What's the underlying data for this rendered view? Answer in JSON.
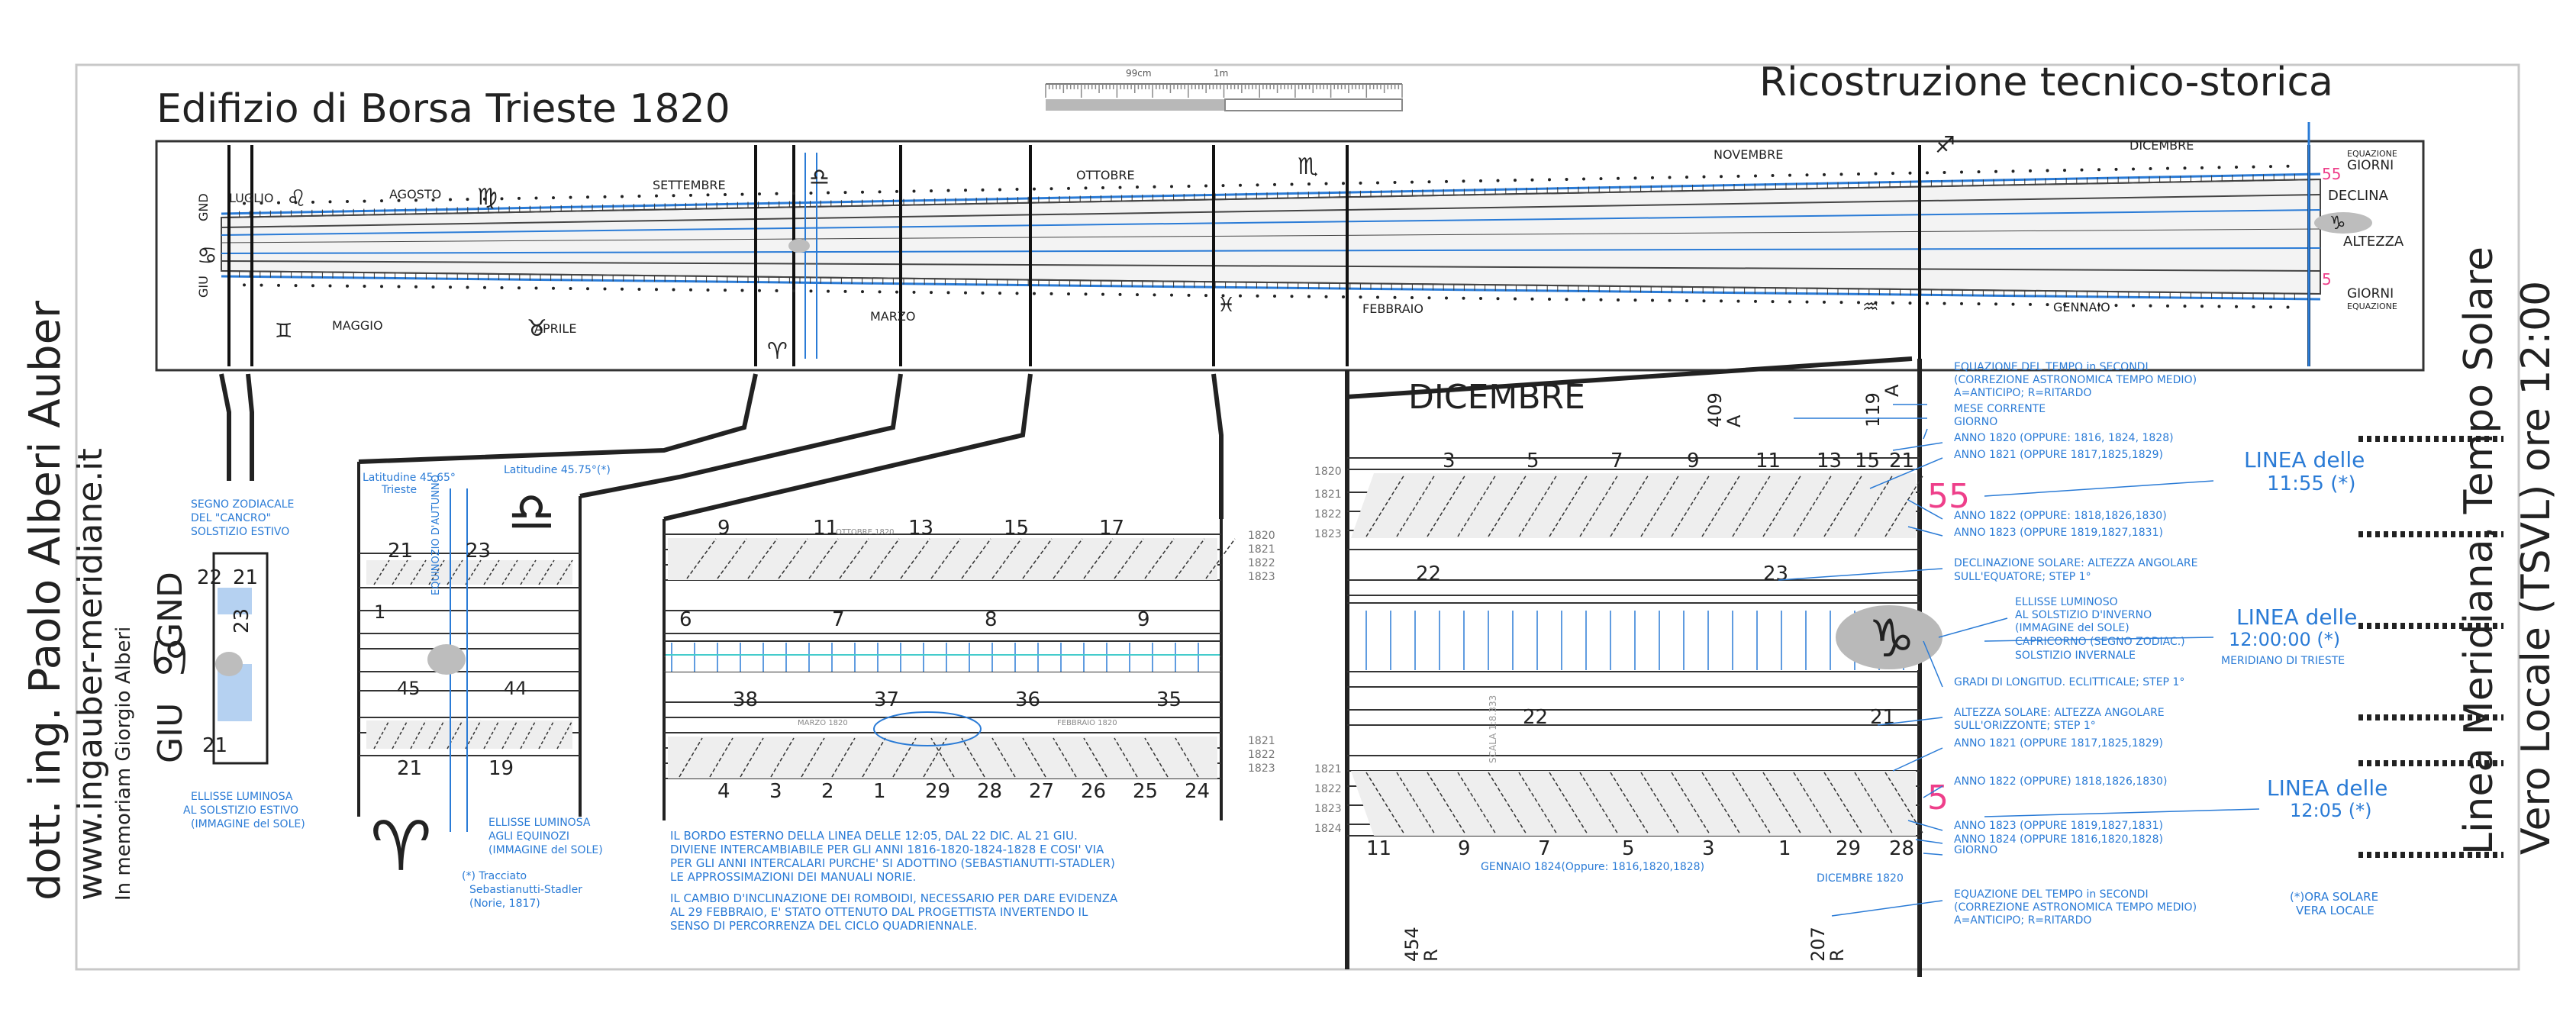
{
  "header": {
    "title_left": "Edifizio di Borsa Trieste 1820",
    "title_right": "Ricostruzione tecnico-storica",
    "scale_label_a": "99cm",
    "scale_label_b": "1m"
  },
  "left_credit": {
    "line1": "dott. ing. Paolo Alberi Auber",
    "line2": "www.ingauber-meridiane.it",
    "line3": "In memoriam Giorgio Alberi"
  },
  "right_side": {
    "line1": "Linea Meridiana, Tempo Solare",
    "line2": "Vero Locale (TSVL) ore 12:00"
  },
  "strip": {
    "months_top": [
      "LUGLIO",
      "AGOSTO",
      "SETTEMBRE",
      "OTTOBRE",
      "NOVEMBRE",
      "DICEMBRE"
    ],
    "months_bottom": [
      "MAGGIO",
      "APRILE",
      "MARZO",
      "FEBBRAIO",
      "GENNAIO"
    ],
    "right_labels": [
      "EQUAZIONE",
      "GIORNI",
      "DECLINA",
      "ALTEZZA",
      "GIORNI",
      "EQUAZIONE"
    ],
    "left_labels": [
      "GIU",
      "GND"
    ],
    "accent": "#2a7bd6",
    "pink": "#ee3f8a"
  },
  "panel_cancer": {
    "note_title": [
      "SEGNO ZODIACALE",
      "DEL \"CANCRO\"",
      "SOLSTIZIO ESTIVO"
    ],
    "numbers": [
      "22",
      "21",
      "23",
      "21"
    ],
    "side_text": [
      "GIU",
      "GND"
    ],
    "ellipse_note": [
      "ELLISSE LUMINOSA",
      "AL SOLSTIZIO ESTIVO",
      "(IMMAGINE del SOLE)"
    ]
  },
  "panel_equinox": {
    "lat_a": "Latitudine 45.65°",
    "lat_a2": "Trieste",
    "lat_b": "Latitudine 45.75°(*)",
    "vertical_label": "EQUINOZIO D'AUTUNNO",
    "numbers": [
      "21",
      "23",
      "1",
      "45",
      "44",
      "21",
      "19"
    ],
    "ellipse_note": [
      "ELLISSE LUMINOSA",
      "AGLI EQUINOZI",
      "(IMMAGINE del SOLE)"
    ],
    "footnote": [
      "(*) Tracciato",
      "Sebastianutti-Stadler",
      "(Norie, 1817)"
    ]
  },
  "panel_march": {
    "top_numbers": [
      "9",
      "11",
      "13",
      "15",
      "17"
    ],
    "mid_numbers": [
      "6",
      "7",
      "8",
      "9"
    ],
    "lower_numbers": [
      "38",
      "37",
      "36",
      "35"
    ],
    "bottom_numbers": [
      "4",
      "3",
      "2",
      "1",
      "29",
      "28",
      "27",
      "26",
      "25",
      "24"
    ],
    "year_labels": [
      "1820",
      "1821",
      "1822",
      "1823"
    ],
    "small_labels": [
      "OTTOBRE 1820",
      "MARZO 1820",
      "FEBBRAIO 1820"
    ],
    "note1": [
      "IL BORDO ESTERNO DELLA LINEA DELLE 12:05, DAL 22 DIC. AL 21 GIU.",
      "DIVIENE INTERCAMBIABILE PER GLI ANNI 1816-1820-1824-1828 E COSI' VIA",
      "PER GLI ANNI INTERCALARI PURCHE' SI ADOTTINO (SEBASTIANUTTI-STADLER)",
      "LE APPROSSIMAZIONI DEI MANUALI NORIE."
    ],
    "note2": [
      "IL CAMBIO D'INCLINAZIONE DEI ROMBOIDI, NECESSARIO PER DARE EVIDENZA",
      "AL 29 FEBBRAIO, E' STATO OTTENUTO DAL PROGETTISTA INVERTENDO IL",
      "SENSO DI PERCORRENZA DEL CICLO QUADRIENNALE."
    ]
  },
  "panel_december": {
    "month": "DICEMBRE",
    "code_a": "409",
    "code_a_letter": "A",
    "code_b": "119",
    "code_b_letter": "A",
    "top_numbers": [
      "3",
      "5",
      "7",
      "9",
      "11",
      "13",
      "15",
      "21"
    ],
    "pink_top": "55",
    "mid_numbers": [
      "22",
      "23"
    ],
    "lower_numbers": [
      "22",
      "21"
    ],
    "scale_label": "SCALA 1:8.333",
    "bottom_numbers": [
      "11",
      "9",
      "7",
      "5",
      "3",
      "1",
      "29",
      "28"
    ],
    "year_labels_top": [
      "1820",
      "1821",
      "1822",
      "1823"
    ],
    "year_labels_bottom": [
      "1821",
      "1822",
      "1823",
      "1824"
    ],
    "pink_bottom": "5",
    "code_c": "454",
    "code_c_letter": "R",
    "code_d": "207",
    "code_d_letter": "R",
    "gennaio_label": "GENNAIO 1824(Oppure: 1816,1820,1828)",
    "dicembre_label": "DICEMBRE 1820",
    "annotations": [
      "EQUAZIONE DEL TEMPO in SECONDI",
      "(CORREZIONE ASTRONOMICA TEMPO MEDIO)",
      "A=ANTICIPO; R=RITARDO",
      "MESE CORRENTE",
      "GIORNO",
      "ANNO 1820 (OPPURE: 1816, 1824, 1828)",
      "ANNO 1821 (OPPURE 1817,1825,1829)",
      "ANNO 1822 (OPPURE: 1818,1826,1830)",
      "ANNO 1823 (OPPURE 1819,1827,1831)",
      "DECLINAZIONE SOLARE: ALTEZZA ANGOLARE",
      "SULL'EQUATORE; STEP 1°",
      "ELLISSE LUMINOSO",
      "AL SOLSTIZIO D'INVERNO",
      "(IMMAGINE del SOLE)",
      "CAPRICORNO (SEGNO ZODIAC.)",
      "SOLSTIZIO INVERNALE",
      "GRADI DI LONGITUD. ECLITTICALE; STEP 1°",
      "ALTEZZA SOLARE: ALTEZZA ANGOLARE",
      "SULL'ORIZZONTE; STEP 1°",
      "ANNO 1821 (OPPURE 1817,1825,1829)",
      "ANNO 1822 (OPPURE) 1818,1826,1830)",
      "ANNO 1823 (OPPURE 1819,1827,1831)",
      "ANNO 1824 (OPPURE 1816,1820,1828)",
      "GIORNO",
      "EQUAZIONE DEL TEMPO in SECONDI",
      "(CORREZIONE ASTRONOMICA TEMPO MEDIO)",
      "A=ANTICIPO; R=RITARDO"
    ],
    "linea_1155": [
      "LINEA delle",
      "11:55 (*)"
    ],
    "linea_1200": [
      "LINEA delle",
      "12:00:00 (*)",
      "MERIDIANO DI TRIESTE"
    ],
    "linea_1205": [
      "LINEA delle",
      "12:05 (*)"
    ],
    "ora_solare": [
      "(*)ORA SOLARE",
      "VERA LOCALE"
    ]
  }
}
